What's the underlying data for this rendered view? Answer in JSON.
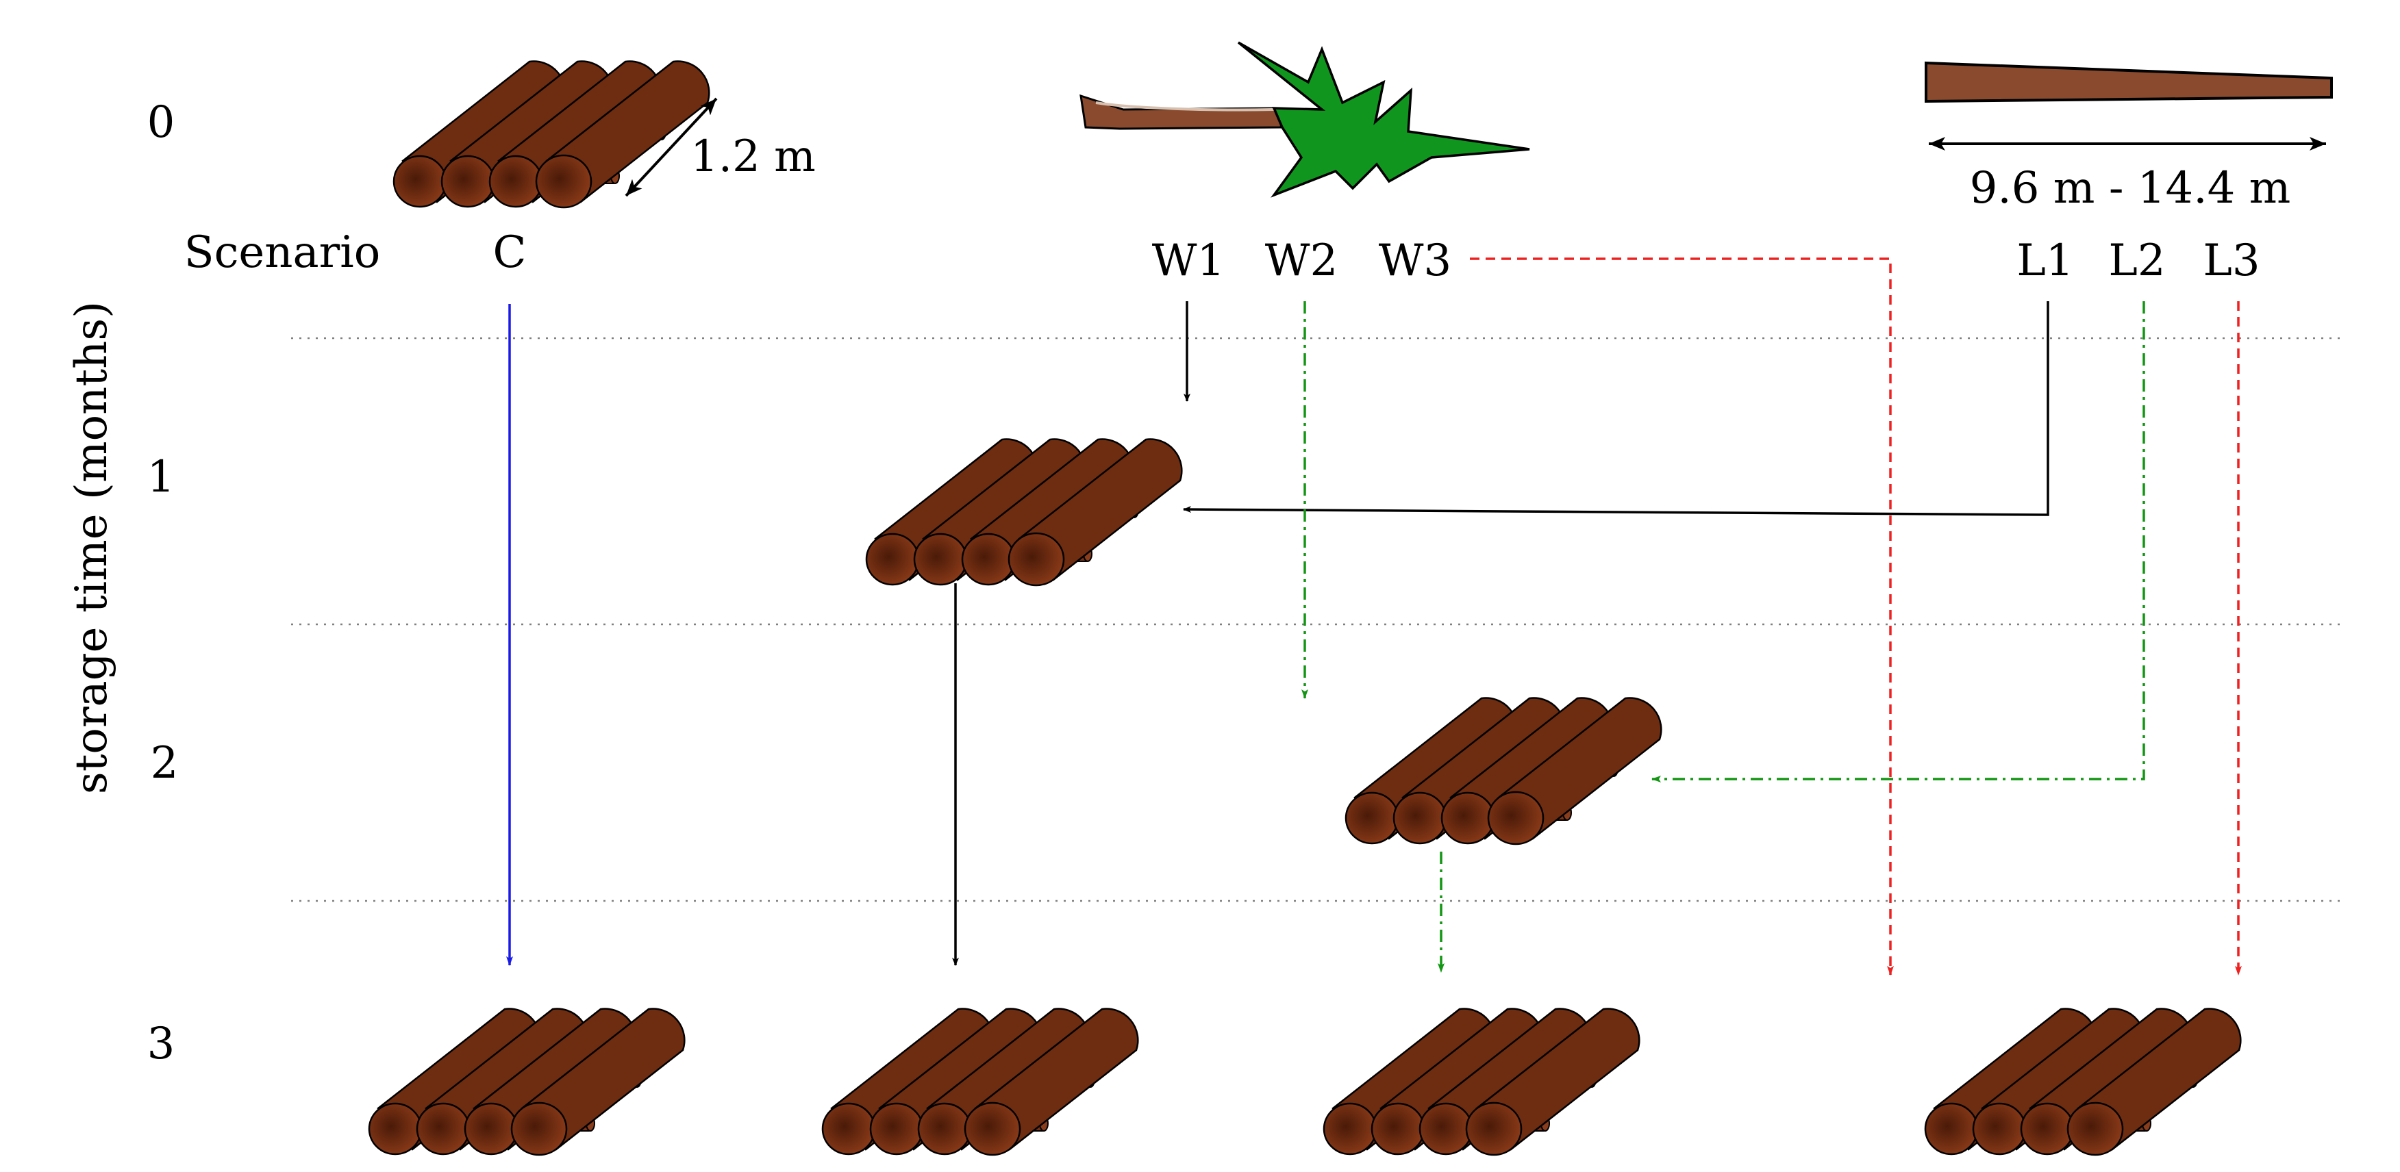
{
  "time_axis": {
    "label": "storage time (months)",
    "ticks": [
      "0",
      "1",
      "2",
      "3"
    ]
  },
  "header": {
    "scenario_label": "Scenario",
    "pile_width": "1.2 m",
    "log_length": "9.6 m - 14.4 m"
  },
  "scenarios": [
    "C",
    "W1",
    "W2",
    "W3",
    "L1",
    "L2",
    "L3"
  ],
  "colors": {
    "C": "#1a1ae6",
    "W1": "#000000",
    "L1": "#000000",
    "W2": "#149614",
    "L2": "#149614",
    "W3": "#ee2020",
    "L3": "#ee2020",
    "wood": "#6e2c10",
    "wood_end": "#7e3515",
    "tree": "#10961e"
  }
}
